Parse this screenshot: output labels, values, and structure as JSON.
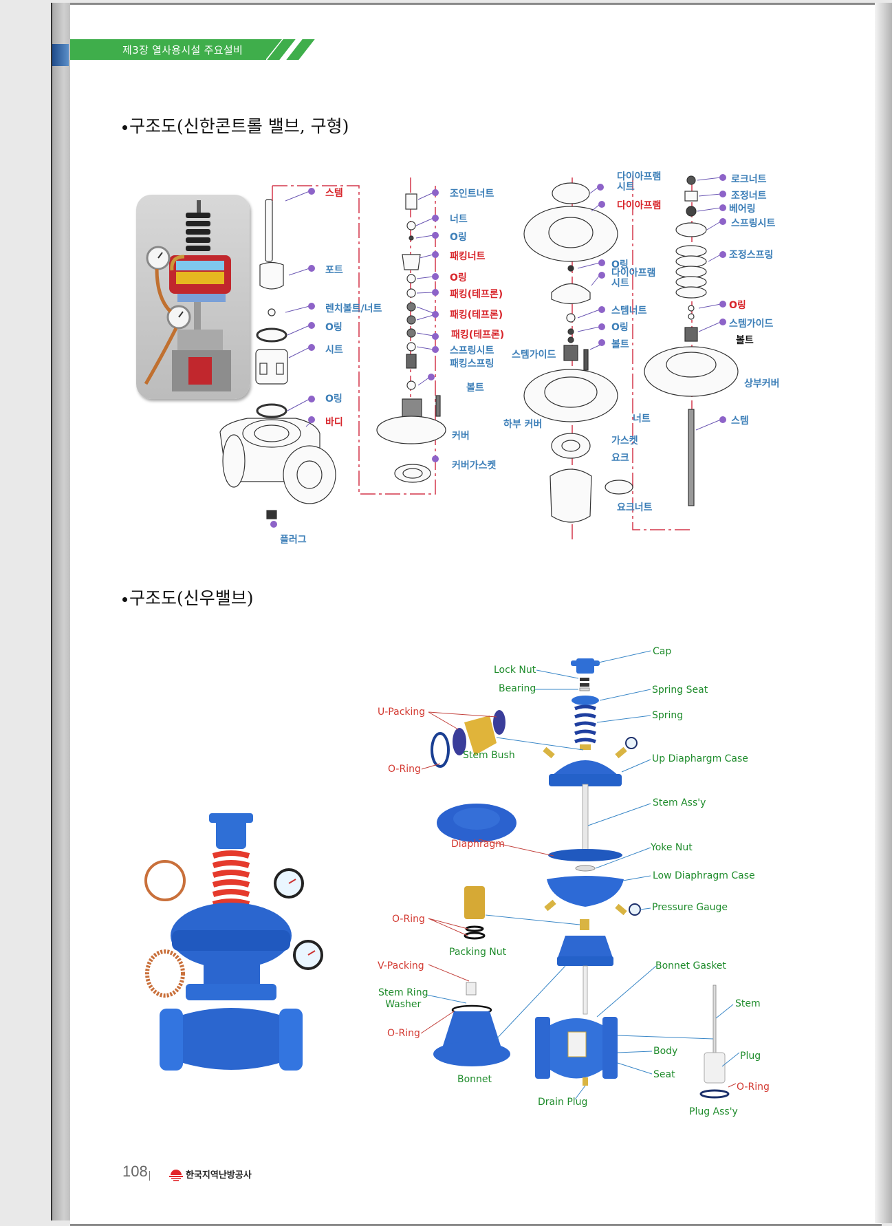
{
  "header": {
    "chapter_label": "제3장 열사용시설 주요설비",
    "band_color": "#3fae4b"
  },
  "section1": {
    "title": "구조도(신한콘트롤 밸브, 구형)",
    "photo_alt": "신한콘트롤 밸브 단면 사진",
    "labels": {
      "stem": "스템",
      "port": "포트",
      "wrench_bolt_nut": "렌치볼트/너트",
      "oring_1": "O링",
      "seat": "시트",
      "oring_2": "O링",
      "body": "바디",
      "plug": "플러그",
      "joint_nut": "조인트너트",
      "nut_1": "너트",
      "oring_3": "O링",
      "packing_nut": "패킹너트",
      "oring_4": "O링",
      "packing_teflon_1": "패킹(테프론)",
      "packing_teflon_2": "패킹(테프론)",
      "packing_teflon_3": "패킹(테프론)",
      "spring_seat": "스프링시트",
      "packing_spring": "패킹스프링",
      "bolt_1": "볼트",
      "cover": "커버",
      "cover_gasket": "커버가스켓",
      "diaphragm_seat_1": "다이아프램\n시트",
      "diaphragm": "다이아프램",
      "oring_5": "O링",
      "diaphragm_seat_2": "다이아프램\n시트",
      "stem_nut": "스템너트",
      "oring_6": "O링",
      "bolt_2": "볼트",
      "stem_guide_1": "스템가이드",
      "lower_cover": "하부 커버",
      "nut_2": "너트",
      "gasket": "가스켓",
      "yoke": "요크",
      "yoke_nut": "요크너트",
      "lock_nut": "로크너트",
      "adjust_nut": "조정너트",
      "bearing": "베어링",
      "spring_seat_2": "스프링시트",
      "adjust_spring": "조정스프링",
      "oring_7": "O링",
      "stem_guide_2": "스템가이드",
      "bolt_3": "볼트",
      "upper_cover": "상부커버",
      "stem_2": "스템"
    }
  },
  "section2": {
    "title": "구조도(신우밸브)",
    "photo_alt": "신우밸브 제품 사진",
    "labels": {
      "cap": "Cap",
      "lock_nut": "Lock Nut",
      "bearing": "Bearing",
      "spring_seat": "Spring Seat",
      "u_packing": "U-Packing",
      "spring": "Spring",
      "o_ring_1": "O-Ring",
      "stem_bush": "Stem Bush",
      "up_diaphragm_case": "Up Diaphargm Case",
      "stem_assy": "Stem Ass'y",
      "diaphragm": "Diaphragm",
      "yoke_nut": "Yoke Nut",
      "low_diaphragm_case": "Low Diaphragm Case",
      "pressure_gauge": "Pressure Gauge",
      "o_ring_2": "O-Ring",
      "packing_nut": "Packing Nut",
      "v_packing": "V-Packing",
      "bonnet_gasket": "Bonnet Gasket",
      "stem_ring_washer": "Stem Ring\nWasher",
      "stem": "Stem",
      "o_ring_3": "O-Ring",
      "body": "Body",
      "plug": "Plug",
      "seat": "Seat",
      "o_ring_4": "O-Ring",
      "bonnet": "Bonnet",
      "drain_plug": "Drain Plug",
      "plug_assy": "Plug Ass'y"
    }
  },
  "footer": {
    "page_number": "108",
    "organization": "한국지역난방공사"
  }
}
